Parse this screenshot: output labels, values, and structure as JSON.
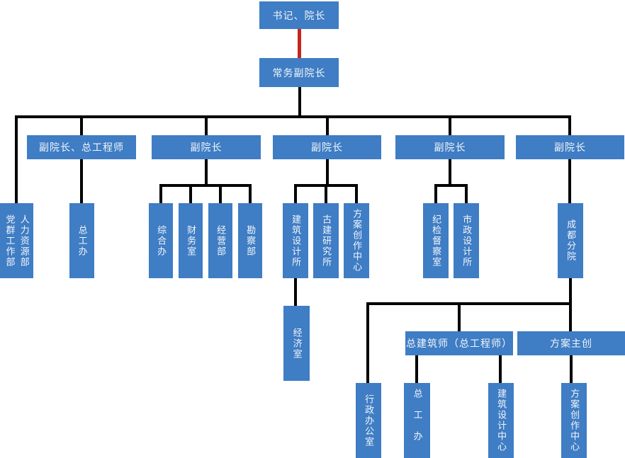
{
  "chart": {
    "type": "org-chart",
    "colors": {
      "node_fill": "#3F7DC4",
      "node_text": "#F2F6FB",
      "connector": "#000000",
      "root_connector": "#C5261F"
    },
    "nodes": {
      "president": "书记、院长",
      "exec_vice_president": "常务副院长",
      "vp_chief_engineer": "副院长、总工程师",
      "vp_2": "副院长",
      "vp_3": "副院长",
      "vp_4": "副院长",
      "vp_5": "副院长",
      "party_mass_dept": "党群工作部",
      "hr_dept": "人力资源部",
      "chief_engineer_office": "总工办",
      "general_office": "综合办",
      "finance_office": "财务室",
      "operations_dept": "经营部",
      "survey_dept": "勘察部",
      "architecture_design_institute": "建筑设计所",
      "ancient_building_research_institute": "古建研究所",
      "scheme_creation_center": "方案创作中心",
      "economy_office": "经济室",
      "discipline_inspection_office": "纪检督察室",
      "municipal_design_institute": "市政设计所",
      "chengdu_branch": "成都分院",
      "admin_office": "行政办公室",
      "chief_architect": "总建筑师（总工程师）",
      "branch_chief_engineer_office": "总工办",
      "architecture_design_center": "建筑设计中心",
      "branch_scheme_creation_center": "方案创作中心",
      "scheme_lead": "方案主创"
    }
  }
}
